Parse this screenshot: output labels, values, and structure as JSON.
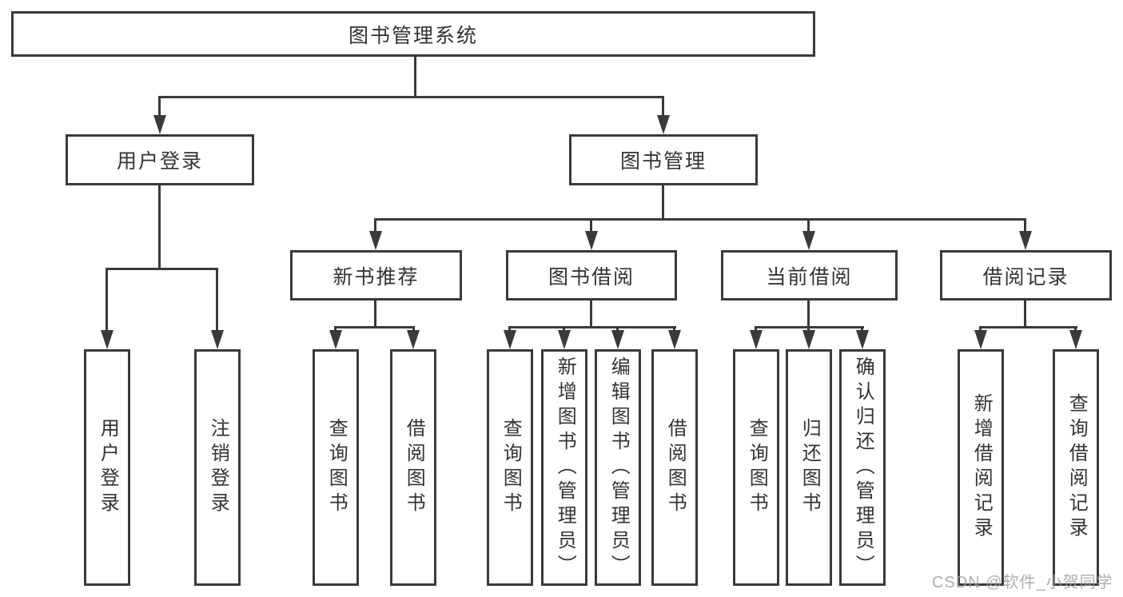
{
  "diagram": {
    "root": {
      "label": "图书管理系统"
    },
    "branches": [
      {
        "label": "用户登录",
        "children": [
          {
            "label": "用户登录"
          },
          {
            "label": "注销登录"
          }
        ]
      },
      {
        "label": "图书管理",
        "sections": [
          {
            "label": "新书推荐",
            "children": [
              {
                "label": "查询图书"
              },
              {
                "label": "借阅图书"
              }
            ]
          },
          {
            "label": "图书借阅",
            "children": [
              {
                "label": "查询图书"
              },
              {
                "label": "新增图书（管理员）"
              },
              {
                "label": "编辑图书（管理员）"
              },
              {
                "label": "借阅图书"
              }
            ]
          },
          {
            "label": "当前借阅",
            "children": [
              {
                "label": "查询图书"
              },
              {
                "label": "归还图书"
              },
              {
                "label": "确认归还（管理员）"
              }
            ]
          },
          {
            "label": "借阅记录",
            "children": [
              {
                "label": "新增借阅记录"
              },
              {
                "label": "查询借阅记录"
              }
            ]
          }
        ]
      }
    ]
  },
  "watermark": {
    "text": "CSDN @软件_小贺同学"
  },
  "colors": {
    "line": "#3a3a3a",
    "text": "#333333",
    "background": "#ffffff",
    "watermark": "#a0a0a0"
  }
}
